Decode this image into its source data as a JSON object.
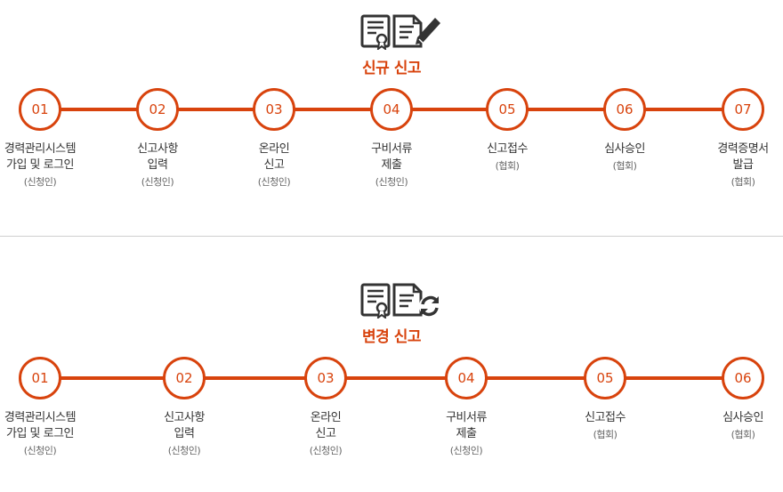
{
  "sections": [
    {
      "title": "신규 신고",
      "icon": "certificate-pen-icon",
      "steps": [
        {
          "num": "01",
          "line1": "경력관리시스템",
          "line2": "가입 및 로그인",
          "sub": "(신청인)"
        },
        {
          "num": "02",
          "line1": "신고사항",
          "line2": "입력",
          "sub": "(신청인)"
        },
        {
          "num": "03",
          "line1": "온라인",
          "line2": "신고",
          "sub": "(신청인)"
        },
        {
          "num": "04",
          "line1": "구비서류",
          "line2": "제출",
          "sub": "(신청인)"
        },
        {
          "num": "05",
          "line1": "신고접수",
          "line2": "",
          "sub": "(협회)"
        },
        {
          "num": "06",
          "line1": "심사승인",
          "line2": "",
          "sub": "(협회)"
        },
        {
          "num": "07",
          "line1": "경력증명서",
          "line2": "발급",
          "sub": "(협회)"
        }
      ]
    },
    {
      "title": "변경 신고",
      "icon": "certificate-refresh-icon",
      "steps": [
        {
          "num": "01",
          "line1": "경력관리시스템",
          "line2": "가입 및 로그인",
          "sub": "(신청인)"
        },
        {
          "num": "02",
          "line1": "신고사항",
          "line2": "입력",
          "sub": "(신청인)"
        },
        {
          "num": "03",
          "line1": "온라인",
          "line2": "신고",
          "sub": "(신청인)"
        },
        {
          "num": "04",
          "line1": "구비서류",
          "line2": "제출",
          "sub": "(신청인)"
        },
        {
          "num": "05",
          "line1": "신고접수",
          "line2": "",
          "sub": "(협회)"
        },
        {
          "num": "06",
          "line1": "심사승인",
          "line2": "",
          "sub": "(협회)"
        }
      ]
    }
  ],
  "colors": {
    "accent": "#d8430d",
    "text": "#333333",
    "subtext": "#666666",
    "divider": "#cfcfcf"
  }
}
